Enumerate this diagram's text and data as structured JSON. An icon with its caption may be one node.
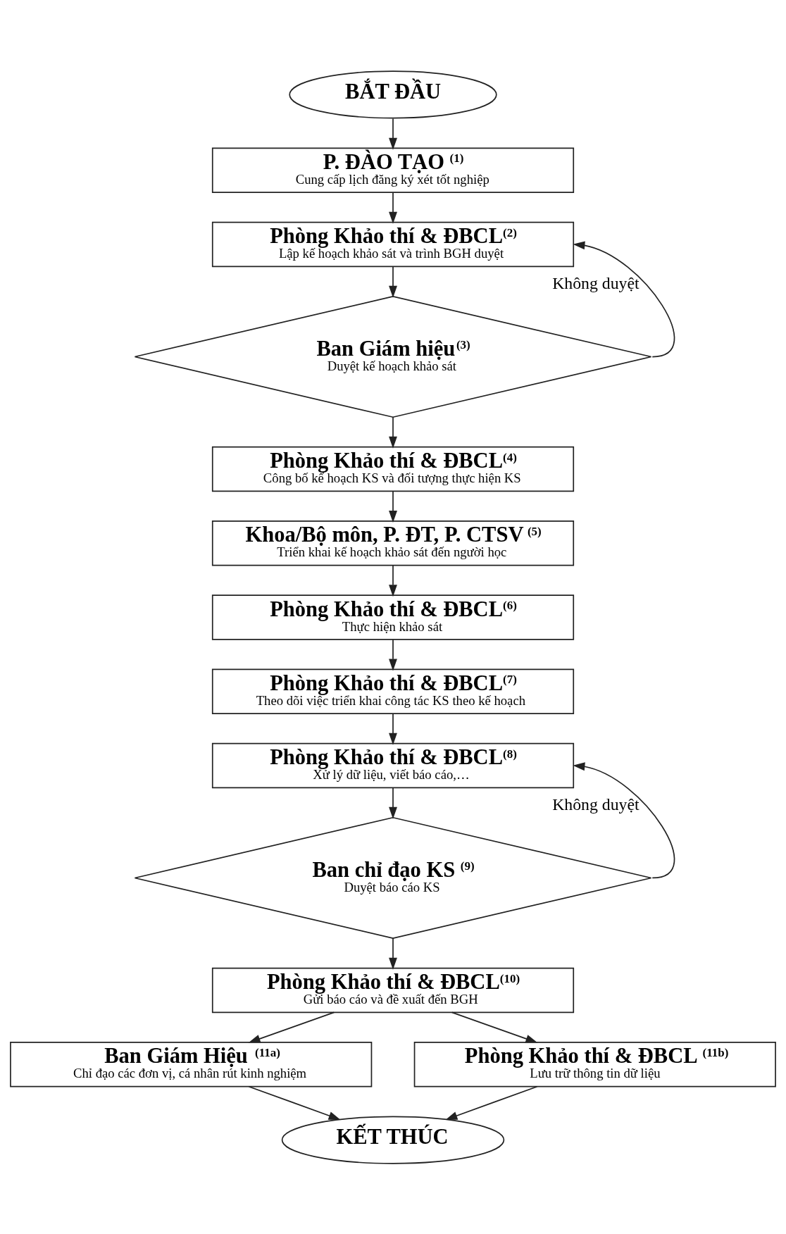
{
  "diagram": {
    "nodes": [
      {
        "text": [
          "BẮT ĐẦU"
        ]
      },
      {
        "text": [
          "P. ĐÀO TẠO $^{(1)}$",
          "Cung cấp lịch đăng ký xét tốt nghiệp"
        ]
      },
      {
        "text": [
          "Phòng Khảo thí & ĐBCL$^{(2)}$",
          "Lập kế hoạch khảo sát và trình BGH duyệt"
        ]
      },
      {
        "text": [
          "Ban Giám hiệu$^{(3)}$",
          "Duyệt kế hoạch khảo sát"
        ]
      },
      {
        "text": [
          "Phòng Khảo thí & ĐBCL$^{(4)}$",
          "Công bố kế hoạch KS và đối tượng thực hiện KS"
        ]
      },
      {
        "text": [
          "Khoa/Bộ môn, P. ĐT, P. CTSV $^{(5)}$",
          "Triển khai kế hoạch khảo sát đến người học"
        ]
      },
      {
        "text": [
          "Phòng Khảo thí & ĐBCL$^{(6)}$",
          "Thực hiện khảo sát"
        ]
      },
      {
        "text": [
          "Phòng Khảo thí & ĐBCL$^{(7)}$",
          "Theo dõi việc triển khai công tác KS theo kế hoạch"
        ]
      },
      {
        "text": [
          "Phòng Khảo thí & ĐBCL$^{(8)}$",
          "Xử lý dữ liệu, viết báo cáo,…"
        ]
      },
      {
        "text": [
          "Ban chỉ đạo KS $^{(9)}$",
          "Duyệt báo cáo KS"
        ]
      },
      {
        "text": [
          "Phòng Khảo thí & ĐBCL$^{(10)}$",
          "Gửi báo cáo và đề xuất đến BGH"
        ]
      },
      {
        "text": [
          "Ban Giám Hiệu $^{(11a)}$",
          "Chỉ đạo các đơn vị, cá nhân rút kinh nghiệm"
        ]
      },
      {
        "text": [
          "Phòng Khảo thí & ĐBCL $^{(11b)}$",
          "Lưu trữ thông tin dữ liệu"
        ]
      },
      {
        "text": [
          "KẾT THÚC"
        ]
      }
    ],
    "edges": [
      {
        "from": 0,
        "to": 1,
        "arrow": "to"
      },
      {
        "from": 1,
        "to": 2,
        "arrow": "to"
      },
      {
        "from": 2,
        "to": 3,
        "arrow": "to"
      },
      {
        "from": 3,
        "to": 2,
        "arrow": "to",
        "label": "Không duyệt"
      },
      {
        "from": 3,
        "to": 4,
        "arrow": "to"
      },
      {
        "from": 4,
        "to": 5,
        "arrow": "to"
      },
      {
        "from": 5,
        "to": 6,
        "arrow": "to"
      },
      {
        "from": 6,
        "to": 7,
        "arrow": "to"
      },
      {
        "from": 7,
        "to": 8,
        "arrow": "to"
      },
      {
        "from": 8,
        "to": 9,
        "arrow": "to"
      },
      {
        "from": 9,
        "to": 8,
        "arrow": "to",
        "label": "Không duyệt"
      },
      {
        "from": 9,
        "to": 10,
        "arrow": "to"
      },
      {
        "from": 10,
        "to": 11,
        "arrow": "to"
      },
      {
        "from": 10,
        "to": 12,
        "arrow": "to"
      },
      {
        "from": 11,
        "to": 13,
        "arrow": "to"
      },
      {
        "from": 12,
        "to": 13,
        "arrow": "to"
      }
    ]
  }
}
